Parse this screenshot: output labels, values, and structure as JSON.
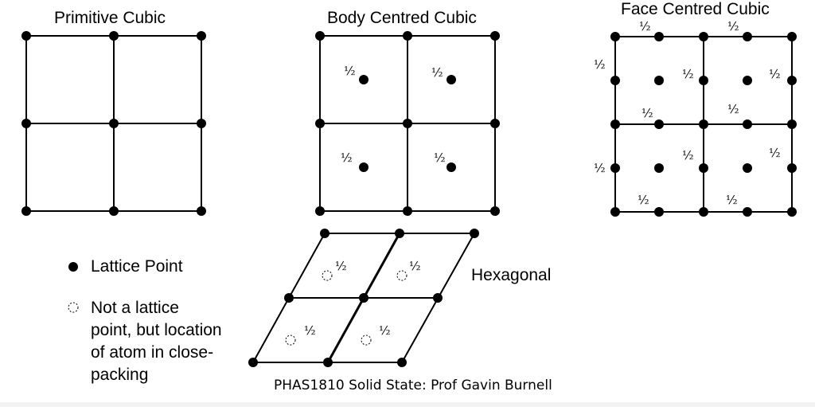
{
  "titles": {
    "primitive": "Primitive Cubic",
    "bcc": "Body Centred Cubic",
    "fcc": "Face Centred Cubic",
    "hexagonal": "Hexagonal"
  },
  "half_label": "½",
  "legend": {
    "lattice_point": "Lattice Point",
    "not_lattice_lines": [
      "Not a lattice",
      "point, but location",
      "of atom in close-",
      "packing"
    ]
  },
  "footer": "PHAS1810 Solid State: Prof Gavin Burnell",
  "colors": {
    "ink": "#000000",
    "background": "#ffffff"
  }
}
